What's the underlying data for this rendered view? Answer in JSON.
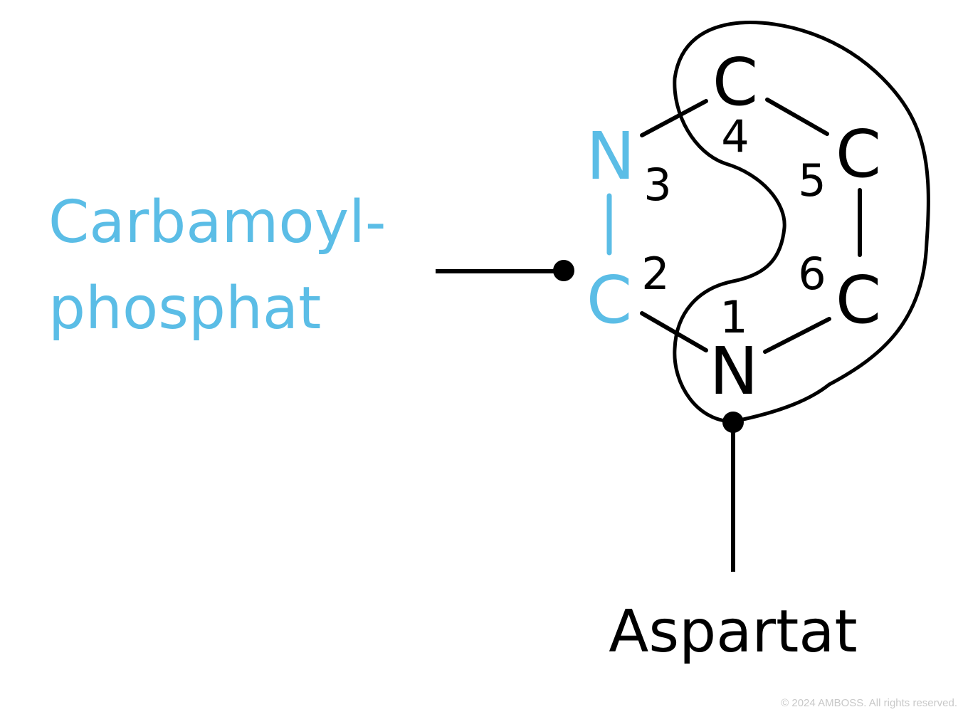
{
  "labels": {
    "carbamoyl_line1": "Carbamoyl-",
    "carbamoyl_line2": "phosphat",
    "aspartat": "Aspartat"
  },
  "atoms": {
    "n3": "N",
    "c2": "C",
    "c4": "C",
    "c5": "C",
    "c6": "C",
    "n1": "N"
  },
  "positions": {
    "p1": "1",
    "p2": "2",
    "p3": "3",
    "p4": "4",
    "p5": "5",
    "p6": "6"
  },
  "copyright": "© 2024 AMBOSS. All rights reserved.",
  "colors": {
    "carbamoyl": "#5bbde6",
    "aspartate": "#000000"
  }
}
